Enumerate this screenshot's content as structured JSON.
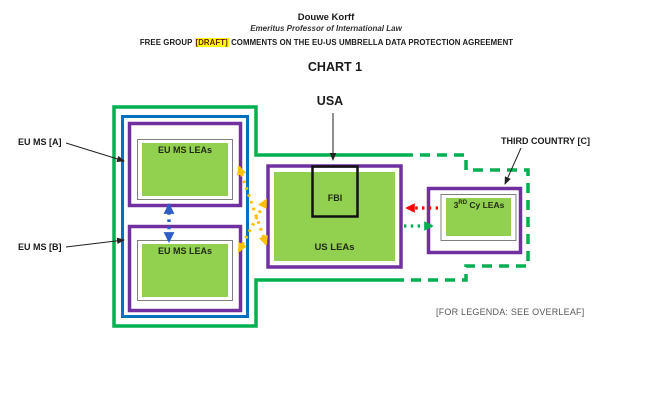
{
  "header": {
    "author": "Douwe Korff",
    "role": "Emeritus Professor of International Law",
    "banner_prefix": "FREE GROUP ",
    "banner_highlight": "[DRAFT]",
    "banner_suffix": " COMMENTS ON THE EU-US UMBRELLA DATA PROTECTION AGREEMENT",
    "chart_title": "CHART 1"
  },
  "diagram": {
    "usa_label": "USA",
    "eu_ms_a_label": "EU MS [A]",
    "eu_ms_b_label": "EU MS [B]",
    "third_country_label": "THIRD COUNTRY [C]",
    "eu_ms_leas_a_label": "EU MS LEAs",
    "eu_ms_leas_b_label": "EU MS LEAs",
    "fbi_label": "FBI",
    "us_leas_label": "US LEAs",
    "third_cy_prefix": "3",
    "third_cy_sup": "RD",
    "third_cy_rest": " Cy LEAs",
    "legend_note": "[FOR LEGENDA: SEE OVERLEAF]"
  },
  "colors": {
    "green_area_fill": "#92d050",
    "eu_boundary_green": "#00b050",
    "eu_inner_blue": "#0070c0",
    "jurisdiction_purple": "#7030a0",
    "inner_frame_gray": "#7f7f7f",
    "blue_arrow": "#2e5cc5",
    "orange_arrow": "#ffc000",
    "red_arrow": "#ff0000",
    "green_arrow": "#00b050",
    "black_arrow": "#222222",
    "draft_highlight": "#ffff00"
  }
}
